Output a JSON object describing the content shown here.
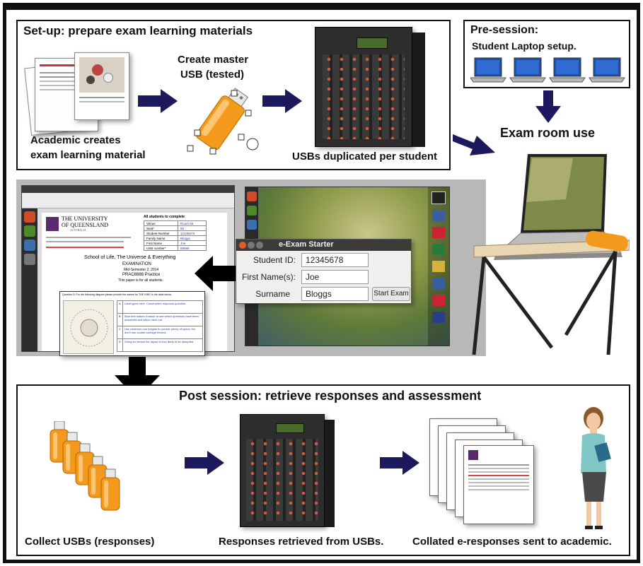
{
  "setup": {
    "title": "Set-up: prepare exam learning materials",
    "academic_caption": [
      "Academic creates",
      "exam learning material"
    ],
    "master_caption": [
      "Create master",
      "USB (tested)"
    ],
    "duplicate_caption": "USBs duplicated per student"
  },
  "presession": {
    "title": [
      "Pre-session:",
      "Student Laptop setup."
    ]
  },
  "exam_room": {
    "caption": "Exam room use"
  },
  "starter": {
    "window_title": "e-Exam Starter",
    "student_id_label": "Student ID:",
    "student_id_value": "12345678",
    "first_name_label": "First Name(s):",
    "first_name_value": "Joe",
    "surname_label": "Surname",
    "surname_value": "Bloggs",
    "start_button": "Start Exam"
  },
  "exam_doc": {
    "university": [
      "THE UNIVERSITY",
      "OF QUEENSLAND",
      "AUSTRALIA"
    ],
    "school_line": "School of Life, The Universe & Everything",
    "exam_word": "EXAMINATION",
    "semester": "Mid-Semester 2, 2014",
    "course": "PRAC8888 Practice",
    "paper_note": "This paper is for all students.",
    "all_students": "All students to complete",
    "table_rows": [
      [
        "Venue",
        "Room 66"
      ],
      [
        "Seat*",
        "88"
      ],
      [
        "Student Number",
        "12345678"
      ],
      [
        "Family Name",
        "Bloggs"
      ],
      [
        "First Name",
        "Joe"
      ],
      [
        "USB number*",
        "88888"
      ]
    ],
    "question_line": "Question 5: For the following diagram please provide the names for THE KING in the table below.",
    "answers": [
      [
        "A",
        "Label goes here. Constructed response question."
      ],
      [
        "B",
        "Blue text makes it easier to see which questions have been answered and which have not."
      ],
      [
        "C",
        "Use minimum row heights to provide plenty of space, but don't use double carriage returns."
      ],
      [
        "D",
        "Doing so means the layout is less likely to be disrupted."
      ]
    ]
  },
  "post": {
    "title": "Post session: retrieve responses and assessment",
    "collect_caption": "Collect USBs (responses)",
    "retrieved_caption": "Responses retrieved from USBs.",
    "collated_caption": "Collated e-responses sent to academic."
  },
  "colors": {
    "arrow_navy": "#1c1a5c",
    "usb_orange": "#f39a1c",
    "tower_dark": "#2a2a2a",
    "desktop_green": "#8a9a3a"
  }
}
